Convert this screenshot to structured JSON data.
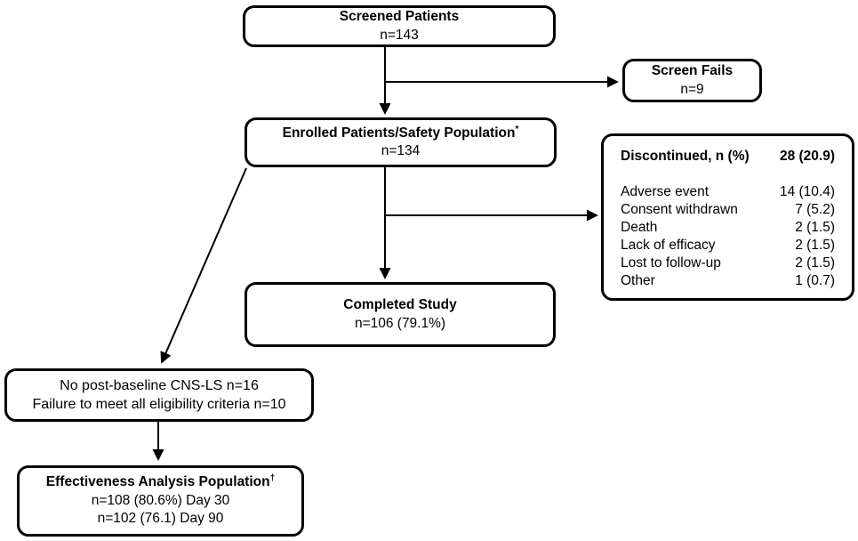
{
  "figure": {
    "colors": {
      "background": "#ffffff",
      "line": "#000000",
      "text": "#000000"
    },
    "boxes": {
      "screened": {
        "title": "Screened Patients",
        "value": "n=143"
      },
      "screen_fails": {
        "title": "Screen Fails",
        "value": "n=9"
      },
      "enrolled": {
        "title": "Enrolled Patients/Safety Population",
        "superscript": "*",
        "value": "n=134"
      },
      "discontinued": {
        "header_label": "Discontinued, n (%)",
        "header_value": "28 (20.9)",
        "rows": [
          {
            "label": "Adverse event",
            "value": "14 (10.4)"
          },
          {
            "label": "Consent withdrawn",
            "value": "7 (5.2)"
          },
          {
            "label": "Death",
            "value": "2 (1.5)"
          },
          {
            "label": "Lack of efficacy",
            "value": "2 (1.5)"
          },
          {
            "label": "Lost to follow-up",
            "value": "2 (1.5)"
          },
          {
            "label": "Other",
            "value": "1 (0.7)"
          }
        ]
      },
      "completed": {
        "title": "Completed Study",
        "value": "n=106 (79.1%)"
      },
      "exclusions": {
        "line1": "No post-baseline CNS-LS n=16",
        "line2": "Failure to meet all eligibility criteria n=10"
      },
      "effectiveness": {
        "title": "Effectiveness Analysis Population",
        "superscript": "†",
        "line1": "n=108 (80.6%) Day 30",
        "line2": "n=102 (76.1) Day 90"
      }
    }
  }
}
